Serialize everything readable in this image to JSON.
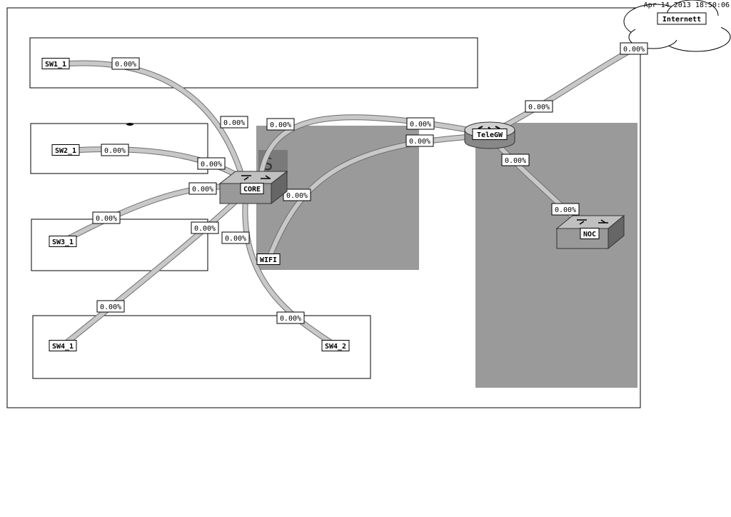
{
  "timestamp": "Apr 14 2013 18:50:06",
  "cloud_label": "Internett",
  "background_glyph": "S",
  "nodes": {
    "sw1_1": "SW1_1",
    "sw2_1": "SW2_1",
    "sw3_1": "SW3_1",
    "sw4_1": "SW4_1",
    "sw4_2": "SW4_2",
    "core": "CORE",
    "wifi": "WIFI",
    "telegw": "TeleGW",
    "noc": "NOC"
  },
  "links": [
    {
      "id": "sw1-core",
      "from": "SW1_1",
      "to": "CORE",
      "out": "0.00%",
      "in": "0.00%"
    },
    {
      "id": "sw2-core",
      "from": "SW2_1",
      "to": "CORE",
      "out": "0.00%",
      "in": "0.00%"
    },
    {
      "id": "sw3-core",
      "from": "SW3_1",
      "to": "CORE",
      "out": "0.00%",
      "in": "0.00%"
    },
    {
      "id": "sw4_1-core",
      "from": "SW4_1",
      "to": "CORE",
      "out": "0.00%",
      "in": "0.00%"
    },
    {
      "id": "sw4_2-core",
      "from": "SW4_2",
      "to": "CORE",
      "out": "0.00%",
      "in": "0.00%"
    },
    {
      "id": "core-telegw",
      "from": "CORE",
      "to": "TeleGW",
      "out": "0.00%",
      "in": "0.00%"
    },
    {
      "id": "wifi-telegw",
      "from": "WIFI",
      "to": "TeleGW",
      "out": "0.00%",
      "in": "0.00%"
    },
    {
      "id": "telegw-internet",
      "from": "TeleGW",
      "to": "Internett",
      "out": "0.00%",
      "in": "0.00%"
    },
    {
      "id": "telegw-noc",
      "from": "TeleGW",
      "to": "NOC",
      "out": "0.00%",
      "in": "0.00%"
    }
  ],
  "colors": {
    "link_fill": "#c8c8c8",
    "link_stroke": "#6e6e6e",
    "zone_fill": "#9a9a9a",
    "switch_top": "#c0c0c0",
    "switch_side": "#777777",
    "background": "#ffffff"
  }
}
